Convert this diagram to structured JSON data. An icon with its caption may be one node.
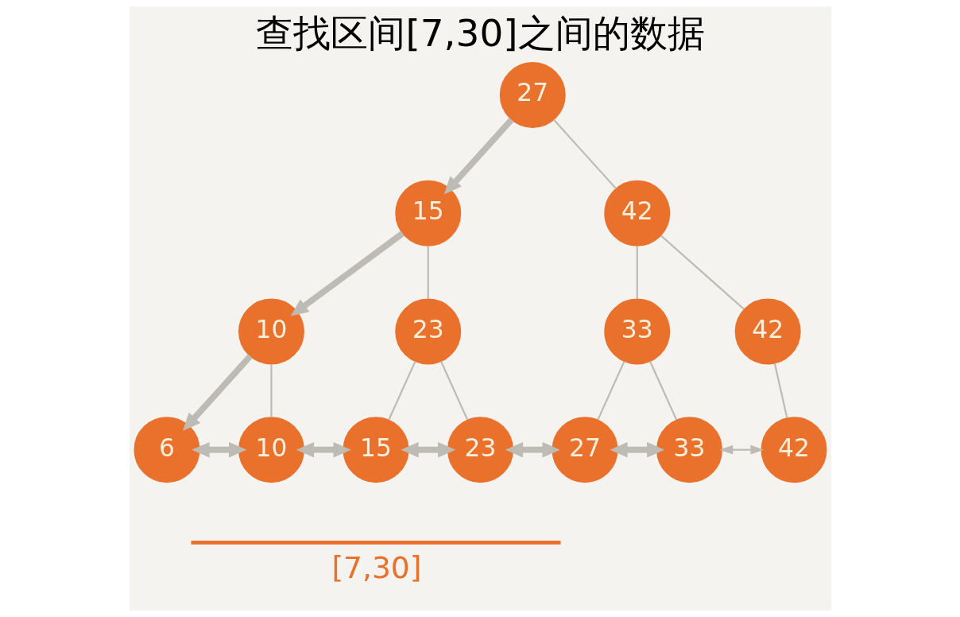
{
  "diagram": {
    "title": "查找区间[7,30]之间的数据",
    "nodes": [
      {
        "text": [
          "27"
        ]
      },
      {
        "text": [
          "15"
        ]
      },
      {
        "text": [
          "42"
        ]
      },
      {
        "text": [
          "10"
        ]
      },
      {
        "text": [
          "23"
        ]
      },
      {
        "text": [
          "33"
        ]
      },
      {
        "text": [
          "42"
        ]
      },
      {
        "text": [
          "6"
        ]
      },
      {
        "text": [
          "10"
        ]
      },
      {
        "text": [
          "15"
        ]
      },
      {
        "text": [
          "23"
        ]
      },
      {
        "text": [
          "27"
        ]
      },
      {
        "text": [
          "33"
        ]
      },
      {
        "text": [
          "42"
        ]
      }
    ],
    "edges": [
      {
        "from": 0,
        "to": 1,
        "arrow": "to",
        "style": "thick"
      },
      {
        "from": 0,
        "to": 2,
        "arrow": "none"
      },
      {
        "from": 1,
        "to": 3,
        "arrow": "to",
        "style": "thick"
      },
      {
        "from": 1,
        "to": 4,
        "arrow": "none"
      },
      {
        "from": 2,
        "to": 5,
        "arrow": "none"
      },
      {
        "from": 2,
        "to": 6,
        "arrow": "none"
      },
      {
        "from": 3,
        "to": 7,
        "arrow": "to",
        "style": "thick"
      },
      {
        "from": 3,
        "to": 8,
        "arrow": "none"
      },
      {
        "from": 4,
        "to": 9,
        "arrow": "none"
      },
      {
        "from": 4,
        "to": 10,
        "arrow": "none"
      },
      {
        "from": 5,
        "to": 11,
        "arrow": "none"
      },
      {
        "from": 5,
        "to": 12,
        "arrow": "none"
      },
      {
        "from": 6,
        "to": 13,
        "arrow": "none"
      },
      {
        "from": 7,
        "to": 8,
        "arrow": "both",
        "style": "thick"
      },
      {
        "from": 8,
        "to": 9,
        "arrow": "both",
        "style": "thick"
      },
      {
        "from": 9,
        "to": 10,
        "arrow": "both",
        "style": "thick"
      },
      {
        "from": 10,
        "to": 11,
        "arrow": "both",
        "style": "thick"
      },
      {
        "from": 11,
        "to": 12,
        "arrow": "both",
        "style": "thick"
      },
      {
        "from": 12,
        "to": 13,
        "arrow": "both"
      }
    ],
    "labels": [
      "[7,30]"
    ]
  }
}
